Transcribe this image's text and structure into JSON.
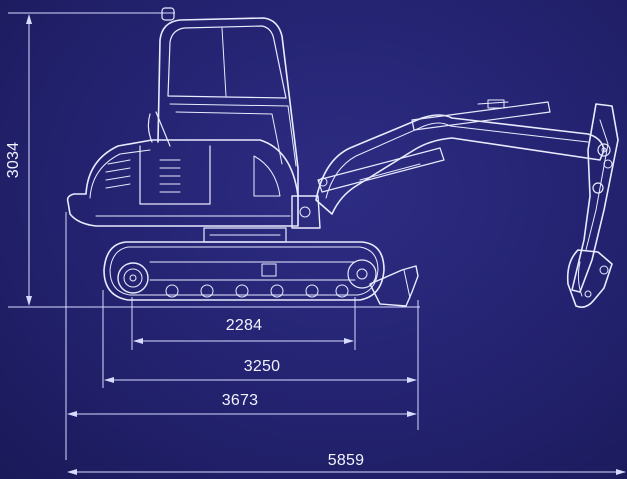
{
  "drawing": {
    "subject": "excavator-side-view",
    "colors": {
      "background": "#23226f",
      "line": "#e9ebff"
    }
  },
  "dimensions": {
    "height_total": "3034",
    "track_contact": "2284",
    "track_length": "3250",
    "undercarriage_length": "3673",
    "overall_length": "5859"
  }
}
